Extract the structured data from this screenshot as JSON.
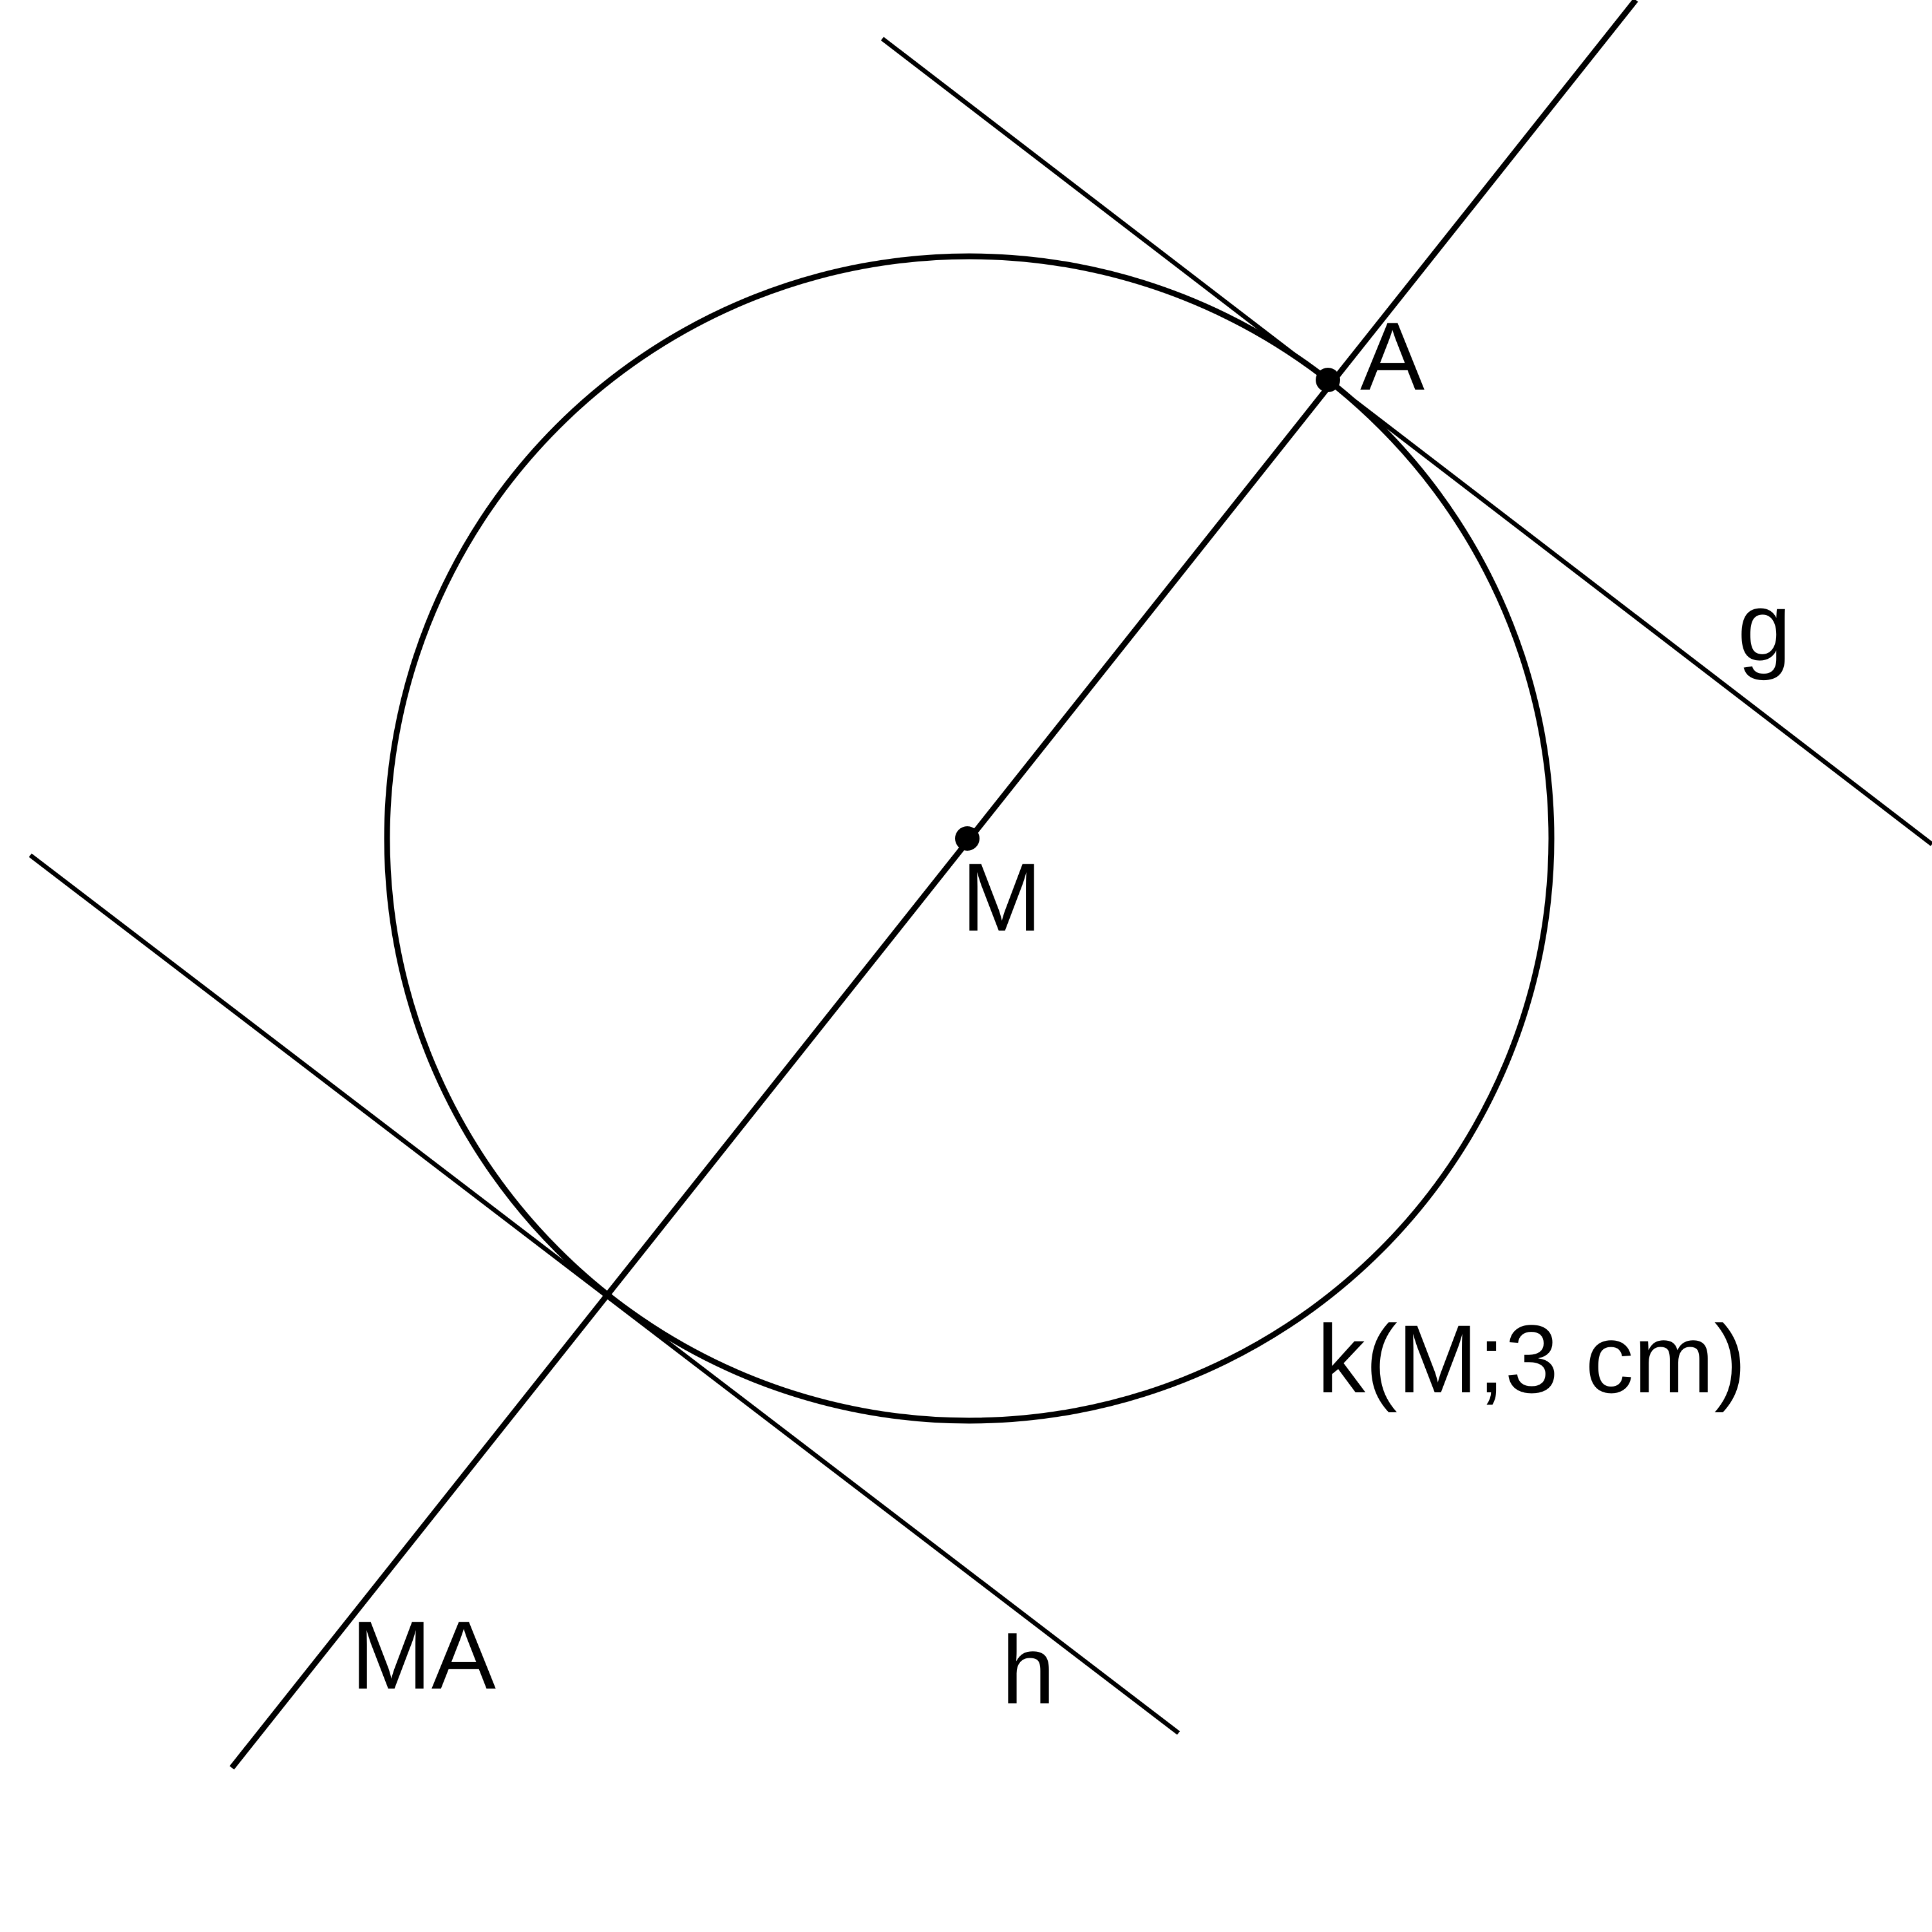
{
  "labels": {
    "point_a": "A",
    "point_m": "M",
    "line_g": "g",
    "line_h": "h",
    "line_ma": "MA",
    "circle_k": "k(M;3 cm)"
  },
  "colors": {
    "stroke": "#000000",
    "background": "#ffffff"
  }
}
